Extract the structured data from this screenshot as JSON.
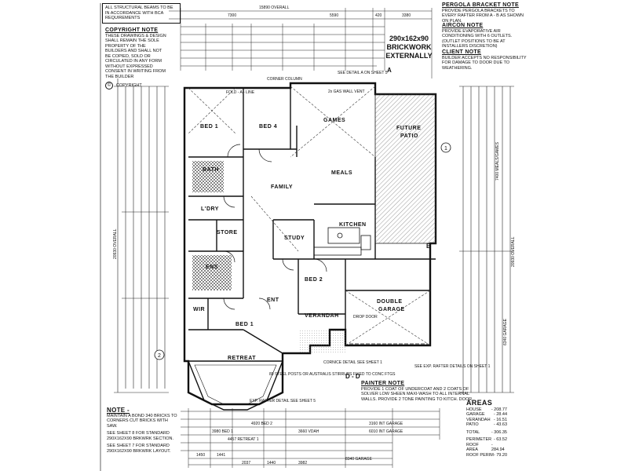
{
  "header": {
    "structural_note": "ALL STRUCTURAL BEAMS TO BE IN ACCORDANCE WITH BCA REQUIREMENTS",
    "overall_dim": "15890 OVERALL",
    "top_dims": [
      "7300",
      "5590",
      "420",
      "3380"
    ]
  },
  "copyright": {
    "title": "COPYRIGHT NOTE",
    "body": "THESE DRAWINGS & DESIGN SHALL REMAIN THE SOLE PROPERTY OF THE BUILDERS AND SHALL NOT BE COPIED, SOLD OR CIRCULATED IN ANY FORM WITHOUT EXPRESSED CONSENT IN WRITING FROM THE BUILDER",
    "symbol": "©",
    "symbol_label": "COPYRIGHT"
  },
  "brick_stamp": {
    "line1": "290x162x90",
    "line2": "BRICKWORK",
    "line3": "EXTERNALLY"
  },
  "pergola": {
    "title": "PERGOLA BRACKET NOTE",
    "body": "PROVIDE PERGOLA BRACKETS TO EVERY RAFTER FROM A - B AS SHOWN ON PLAN."
  },
  "aircon": {
    "title": "AIRCON NOTE",
    "body": "PROVIDE EVAPORATIVE AIR CONDITIONING WITH 6 OUTLETS. (OUTLET POSITIONS TO BE AT INSTALLERS DISCRETION)"
  },
  "client": {
    "title": "CLIENT NOTE",
    "body": "BUILDER ACCEPTS NO RESPONSIBILITY FOR DAMAGE TO DOOR DUE TO WEATHERING."
  },
  "painter": {
    "title": "PAINTER NOTE",
    "body": "PROVIDE 1 COAT OF UNDERCOAT AND 2 COATS OF SOLVER LOW SHEEN MAXI-WASH TO ALL INTERNAL WALLS. PROVIDE 2 TONE PAINTING TO KITCH. DOOR."
  },
  "note": {
    "title": "NOTE -",
    "lines": [
      "MAINTAIN A BOND 340 BRICKS TO CORNERS CUT BRICKS WITH SAW.",
      "SEE SHEET 8 FOR STANDARD 290x162x90 BRKWRK SECTION.",
      "SEE SHEET 7 FOR STANDARD 290x162x90 BRKWRK LAYOUT."
    ]
  },
  "areas": {
    "title": "AREAS",
    "rows": [
      {
        "label": "HOUSE",
        "value": "- 208.77"
      },
      {
        "label": "GARAGE",
        "value": "- 28.44"
      },
      {
        "label": "VERANDAH",
        "value": "- 16.51"
      },
      {
        "label": "PATIO",
        "value": "- 43.63"
      },
      {
        "label": "TOTAL",
        "value": "- 306.35"
      },
      {
        "label": "PERIMETER",
        "value": "- 63.52"
      },
      {
        "label": "ROOF AREA",
        "value": "- 284.94"
      },
      {
        "label": "ROOF PERIM",
        "value": "- 79.20"
      }
    ]
  },
  "rooms": {
    "bed1_top": "BED 1",
    "bed4": "BED 4",
    "games": "GAMES",
    "future_patio": "FUTURE",
    "future_patio2": "PATIO",
    "meals": "MEALS",
    "family": "FAMILY",
    "kitchen": "KITCHEN",
    "ldry": "L'DRY",
    "store": "STORE",
    "study": "STUDY",
    "bed2": "BED 2",
    "ent": "ENT",
    "verandah": "VERANDAH",
    "double_garage": "DOUBLE",
    "double_garage2": "GARAGE",
    "wir": "WIR",
    "bed1": "BED 1",
    "retreat": "RETREAT",
    "bath": "BATH",
    "ens": "ENS"
  },
  "markers": {
    "a": "A",
    "b": "B",
    "c1": "1",
    "c2": "2",
    "dd": "D - D",
    "corner_column": "CORNER COLUMN",
    "see_detail": "SEE DETAIL A ON SHEET 5",
    "fold_a_line": "FOLD - A - LINE",
    "gas_wall_vent": "2x GAS WALL VENT",
    "drop_door": "DROP DOOR",
    "cornice_detail": "CORNICE DETAIL SEE SHEET 1",
    "see_exp_rafter": "SEE EXP. RAFTER DETAILS ON SHEET 1",
    "steel_posts": "89 STEEL POSTS OR AUSTRALIS STIRRUPS FIXED TO CONC FTGS",
    "exp_rafter": "EXP. RAFTER DETAIL SEE SHEET 5"
  },
  "bottom_dims": {
    "row1": [
      "8340 GARAGE"
    ],
    "row2": [
      "6010 INT GARAGE",
      "3160 INT GARAGE",
      "3660 VDAH"
    ],
    "row3": [
      "3980 BED 1",
      "4920 BED 2",
      "4457 RETREAT 1"
    ],
    "row4": [
      "1450",
      "1441",
      "2037",
      "1440",
      "3982"
    ]
  },
  "side_dims": {
    "left_overall": "20930 OVERALL",
    "right_overall": "20930 OVERALL",
    "right_garage": "6340 GARAGE",
    "right_patio": "7400 MEALS/GAMES"
  }
}
